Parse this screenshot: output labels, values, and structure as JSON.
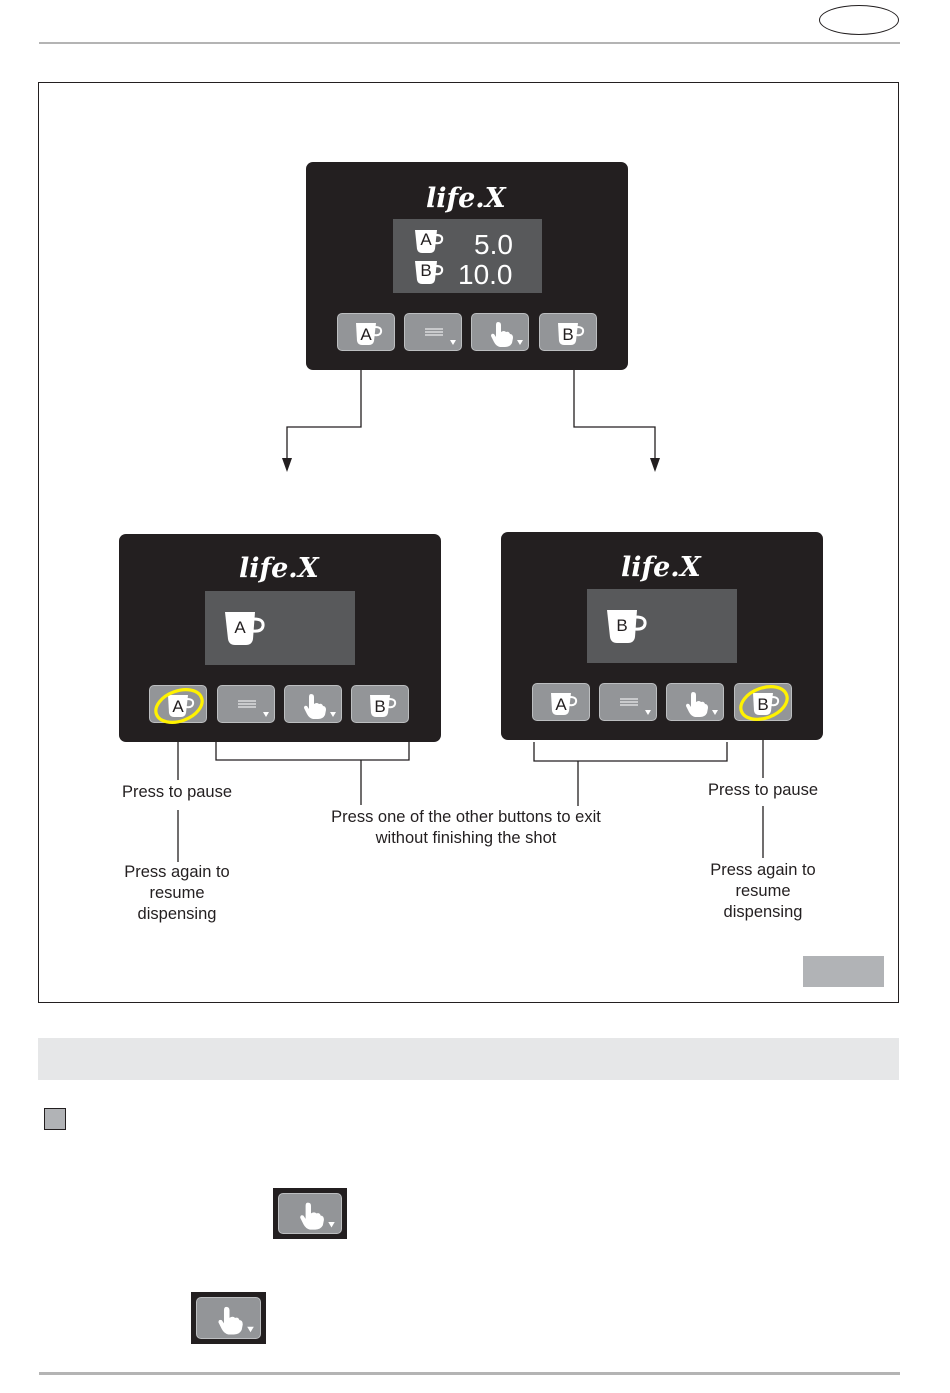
{
  "brand": {
    "logo_text": "life.X"
  },
  "top_panel": {
    "doses": [
      {
        "cup_letter": "A",
        "value": "5.0"
      },
      {
        "cup_letter": "B",
        "value": "10.0"
      }
    ],
    "buttons": [
      {
        "type": "cup",
        "letter": "A"
      },
      {
        "type": "menu"
      },
      {
        "type": "hand"
      },
      {
        "type": "cup",
        "letter": "B"
      }
    ]
  },
  "left_panel": {
    "screen_cup_letter": "A",
    "buttons": [
      {
        "type": "cup",
        "letter": "A",
        "highlighted": true
      },
      {
        "type": "menu"
      },
      {
        "type": "hand"
      },
      {
        "type": "cup",
        "letter": "B"
      }
    ]
  },
  "right_panel": {
    "screen_cup_letter": "B",
    "buttons": [
      {
        "type": "cup",
        "letter": "A"
      },
      {
        "type": "menu"
      },
      {
        "type": "hand"
      },
      {
        "type": "cup",
        "letter": "B",
        "highlighted": true
      }
    ]
  },
  "captions": {
    "left_pause": "Press to pause",
    "left_resume": "Press again to\nresume\ndispensing",
    "exit": "Press one of the other buttons to exit\nwithout finishing the shot",
    "right_pause": "Press to pause",
    "right_resume": "Press again to\nresume\ndispensing"
  },
  "colors": {
    "panel": "#231f20",
    "screen": "#58595b",
    "key": "#939598",
    "highlight_ring": "#fff200",
    "band": "#e6e7e8"
  }
}
